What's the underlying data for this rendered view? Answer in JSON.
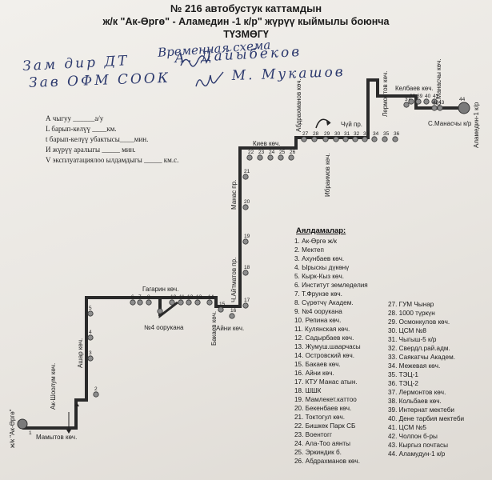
{
  "header": {
    "line1": "№ 216 автобустук каттамдын",
    "line2": "ж/к \"Ак-Өргө\" - Аламедин -1 к/р\" жүрүү кыймылы боюнча",
    "line3": "ТҮЗМӨГҮ"
  },
  "handwriting": {
    "note": "Временная схема",
    "line_a": "Зам дир ДТ",
    "line_a_name": "А. Дайыбеков",
    "line_b": "Зав ОФМ СООК",
    "line_b_name": "М. Мукашов"
  },
  "parameters": [
    "А чыгуу ______а/у",
    "L барып-келүү ____км.",
    "t барып-келүү убактысы____мин.",
    "И жүрүү аралыгы _____ мин.",
    "V эксплуатациялоо ылдамдыгы _____ км.с."
  ],
  "map_labels": {
    "terminal_start": "ж/к \"Ак-Өргө\"",
    "terminal_end": "Аламедин-1 к/р",
    "mamytov": "Мамытов көч.",
    "ak_shoolum": "Ак-Шоолум көч.",
    "ashar": "Ашар көч.",
    "gagarin": "Гагарин көч.",
    "school4": "№4 ооруканa",
    "bakaev": "Бакаев көч.",
    "aini": "Айни көч.",
    "aitmatov": "Ч.Айтматов пр.",
    "manas": "Манас пр.",
    "kiev": "Киев көч.",
    "abdrakhmanov": "Абдрахманов көч.",
    "ibraimov": "Ибраимов көч.",
    "chui": "Чүй пр.",
    "lermontov": "Лермонтов көч.",
    "kelbaev": "Келбаев көч.",
    "manas_st": "С.Манасчы көч.",
    "manas_st2": "С.Манасчы к/р"
  },
  "legend": {
    "title": "Аялдамалар:",
    "items": [
      "1. Ак-Өргө ж/к",
      "2. Мектеп",
      "3. Ахунбаев көч.",
      "4. Ырыскы дүкөнү",
      "5. Кырк-Кыз көч.",
      "6. Институт земледелия",
      "7. Т.Фрунзе көч.",
      "8. Сүрөтчү Академ.",
      "9. №4 ооруканa",
      "10. Репина көч.",
      "11. Кулянская көч.",
      "12. Садырбаев көч.",
      "13. Жумуш.шаарчасы",
      "14. Островский көч.",
      "15. Бакаев көч.",
      "16. Айни көч.",
      "17. КТУ Манас атын.",
      "18. ШШК",
      "19. Мамлекет.каттоо",
      "20. Бекенбаев көч.",
      "21. Токтогул көч.",
      "22. Бишкек Парк СБ",
      "23. Воентогг",
      "24. Ала-Тоо аянты",
      "25. Эркиндик б.",
      "26. Абдрахманов көч.",
      "27. ГУМ Чынар",
      "28. 1000 түркүн",
      "29. Осмонкулов көч.",
      "30. ЦСМ №8",
      "31. Чыгыш-5 к/р",
      "32. Свердл.рай.адм.",
      "33. Саякатчы Академ.",
      "34. Межевая көч.",
      "35. ТЭЦ-1",
      "36. ТЭЦ-2",
      "37. Лермонтов көч.",
      "38. Кольбаев көч.",
      "39. Интернат мектеби",
      "40. Дене тарбия мектеби",
      "41. ЦСМ №5",
      "42. Чолпон б-ры",
      "43. Кыргыз почтасы",
      "44. Аламудун-1 к/р"
    ]
  }
}
